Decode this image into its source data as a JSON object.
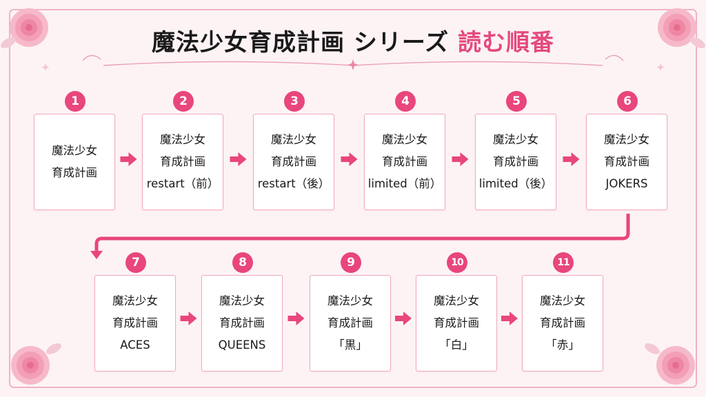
{
  "title": {
    "main": "魔法少女育成計画 シリーズ",
    "accent": "読む順番"
  },
  "steps": [
    {
      "number": "1",
      "lines": [
        "魔法少女",
        "育成計画"
      ]
    },
    {
      "number": "2",
      "lines": [
        "魔法少女",
        "育成計画",
        "restart（前）"
      ]
    },
    {
      "number": "3",
      "lines": [
        "魔法少女",
        "育成計画",
        "restart（後）"
      ]
    },
    {
      "number": "4",
      "lines": [
        "魔法少女",
        "育成計画",
        "limited（前）"
      ]
    },
    {
      "number": "5",
      "lines": [
        "魔法少女",
        "育成計画",
        "limited（後）"
      ]
    },
    {
      "number": "6",
      "lines": [
        "魔法少女",
        "育成計画",
        "JOKERS"
      ]
    },
    {
      "number": "7",
      "lines": [
        "魔法少女",
        "育成計画",
        "ACES"
      ]
    },
    {
      "number": "8",
      "lines": [
        "魔法少女",
        "育成計画",
        "QUEENS"
      ]
    },
    {
      "number": "9",
      "lines": [
        "魔法少女",
        "育成計画",
        "「黒」"
      ]
    },
    {
      "number": "10",
      "lines": [
        "魔法少女",
        "育成計画",
        "「白」"
      ]
    },
    {
      "number": "11",
      "lines": [
        "魔法少女",
        "育成計画",
        "「赤」"
      ]
    }
  ],
  "colors": {
    "accent": "#e8467c",
    "card_border": "#f2a8bd",
    "background": "#fdf3f4"
  },
  "decorations": [
    "rose-icon",
    "rose-icon",
    "rose-icon",
    "rose-icon",
    "sparkle-icon"
  ]
}
